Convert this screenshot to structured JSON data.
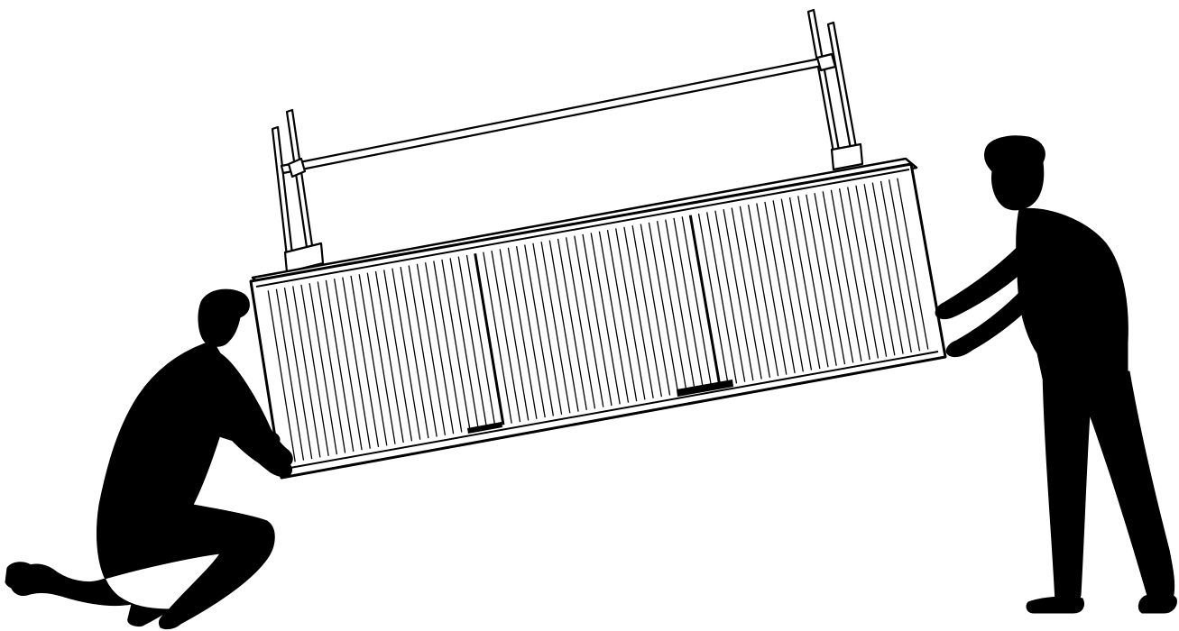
{
  "colors": {
    "background": "#ffffff",
    "ink": "#000000",
    "cabinet_fill": "#ffffff"
  },
  "cabinet": {
    "door_count": 3,
    "hanging_bracket_count": 2
  },
  "figures": {
    "count": 2
  }
}
